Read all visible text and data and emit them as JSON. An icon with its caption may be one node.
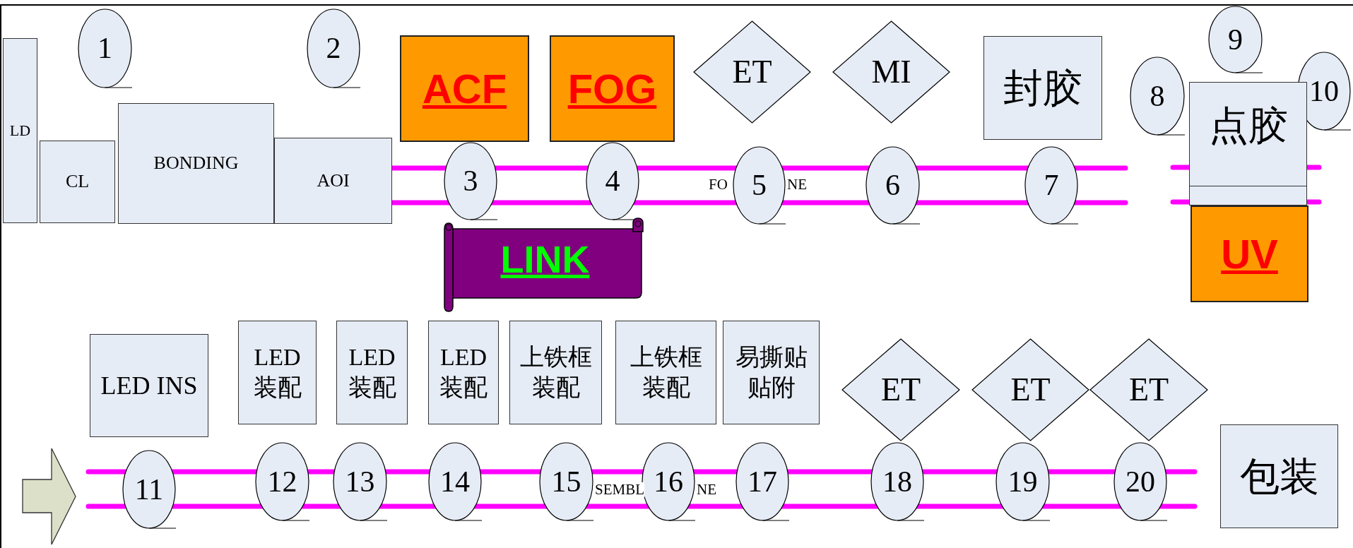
{
  "diagram": {
    "nodes": [
      {
        "text": [
          "LD"
        ]
      },
      {
        "text": [
          "CL"
        ]
      },
      {
        "text": [
          "BONDING"
        ]
      },
      {
        "text": [
          "AOI"
        ]
      },
      {
        "text": [
          "1"
        ]
      },
      {
        "text": [
          "2"
        ]
      },
      {
        "text": [
          "ACF"
        ]
      },
      {
        "text": [
          "FOG"
        ]
      },
      {
        "text": [
          "3"
        ]
      },
      {
        "text": [
          "4"
        ]
      },
      {
        "text": [
          "LINK"
        ]
      },
      {
        "text": [
          "ET"
        ]
      },
      {
        "text": [
          "MI"
        ]
      },
      {
        "text": [
          "封胶"
        ]
      },
      {
        "text": [
          "5"
        ]
      },
      {
        "text": [
          "6"
        ]
      },
      {
        "text": [
          "7"
        ]
      },
      {
        "text": [
          "8"
        ]
      },
      {
        "text": [
          "9"
        ]
      },
      {
        "text": [
          "10"
        ]
      },
      {
        "text": [
          "点胶"
        ]
      },
      {
        "text": [
          "UV"
        ]
      },
      {
        "text": [
          "LED INS"
        ]
      },
      {
        "text": [
          "LED 装配"
        ]
      },
      {
        "text": [
          "LED 装配"
        ]
      },
      {
        "text": [
          "LED 装配"
        ]
      },
      {
        "text": [
          "上铁框装配"
        ]
      },
      {
        "text": [
          "上铁框装配"
        ]
      },
      {
        "text": [
          "易撕贴贴附"
        ]
      },
      {
        "text": [
          "ET"
        ]
      },
      {
        "text": [
          "ET"
        ]
      },
      {
        "text": [
          "ET"
        ]
      },
      {
        "text": [
          "11"
        ]
      },
      {
        "text": [
          "12"
        ]
      },
      {
        "text": [
          "13"
        ]
      },
      {
        "text": [
          "14"
        ]
      },
      {
        "text": [
          "15"
        ]
      },
      {
        "text": [
          "16"
        ]
      },
      {
        "text": [
          "17"
        ]
      },
      {
        "text": [
          "18"
        ]
      },
      {
        "text": [
          "19"
        ]
      },
      {
        "text": [
          "20"
        ]
      },
      {
        "text": [
          "包装"
        ]
      }
    ],
    "labels": [
      "FO",
      "NE",
      "SEMBL",
      "NE"
    ]
  }
}
